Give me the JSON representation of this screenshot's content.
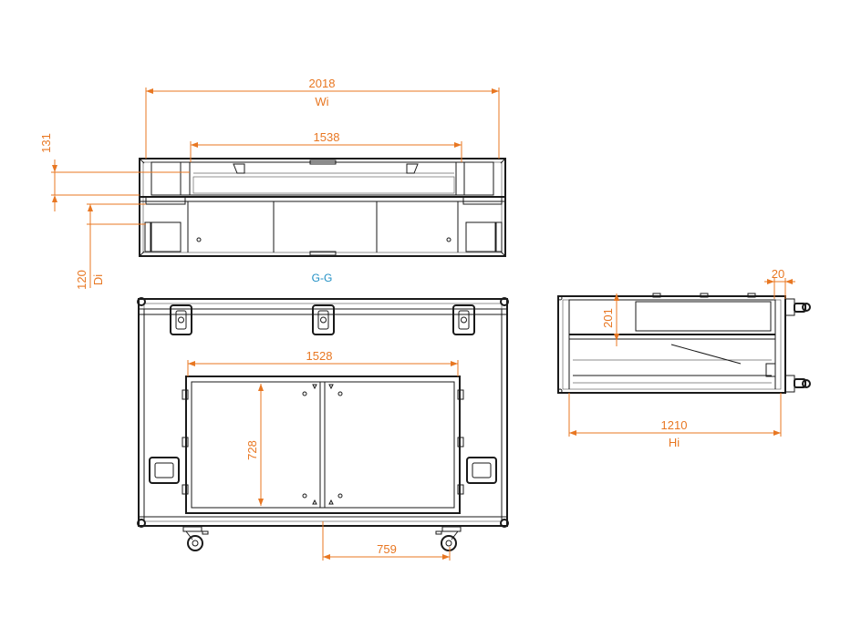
{
  "colors": {
    "dimension": "#e87722",
    "section": "#1f8fc4",
    "outline": "#1a1a1a"
  },
  "dimensions": {
    "top_width": "2018",
    "top_width_label": "Wi",
    "top_inner_width": "1538",
    "top_lid_height": "131",
    "top_inner_depth": "120",
    "top_inner_depth_label": "Di",
    "front_inner_width": "1528",
    "front_inner_height": "728",
    "front_caster_spacing": "759",
    "side_height": "1210",
    "side_height_label": "Hi",
    "side_tray_height": "201",
    "side_edge": "20"
  },
  "section_label": "G-G"
}
